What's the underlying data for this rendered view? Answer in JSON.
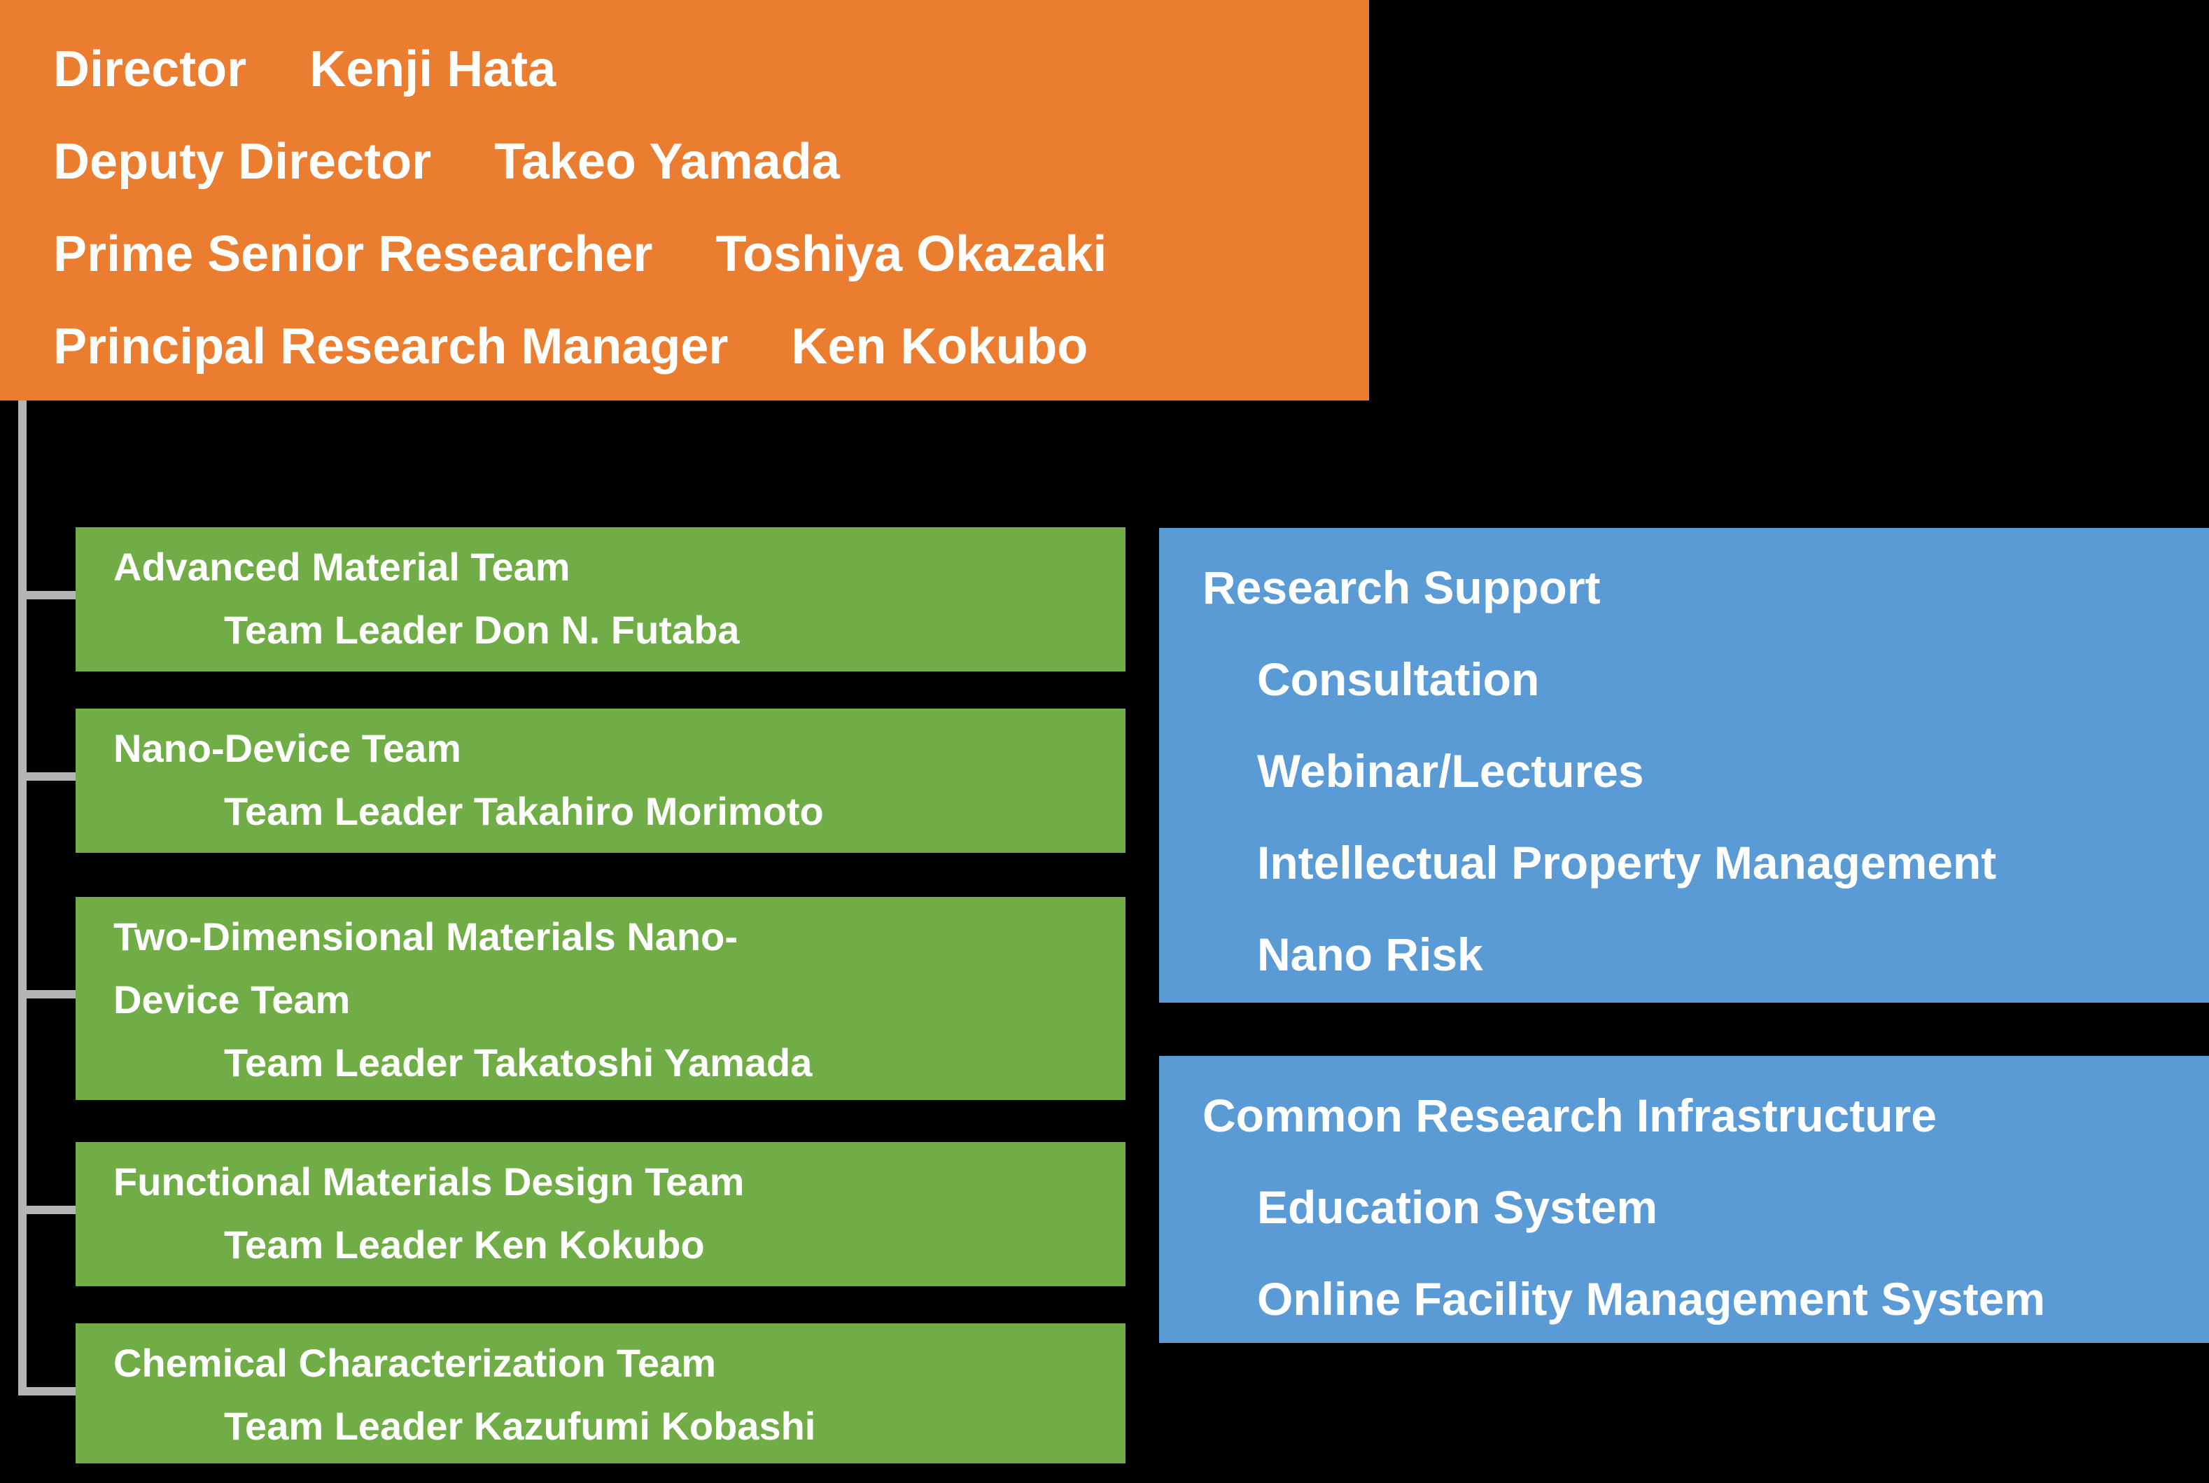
{
  "colors": {
    "background": "#000000",
    "leadership_orange": "#EA7D2F",
    "team_green": "#70AD47",
    "support_blue": "#5B9BD5",
    "connector_gray": "#B5B5B5",
    "text": "#FFFFFF"
  },
  "leadership": {
    "rows": [
      {
        "role": "Director",
        "name": "Kenji Hata"
      },
      {
        "role": "Deputy Director",
        "name": "Takeo Yamada"
      },
      {
        "role": "Prime Senior Researcher",
        "name": "Toshiya Okazaki"
      },
      {
        "role": "Principal Research Manager",
        "name": "Ken Kokubo"
      }
    ]
  },
  "teams": [
    {
      "name_lines": [
        "Advanced Material Team"
      ],
      "leader": "Team Leader Don N. Futaba"
    },
    {
      "name_lines": [
        "Nano-Device Team"
      ],
      "leader": "Team Leader Takahiro Morimoto"
    },
    {
      "name_lines": [
        "Two-Dimensional Materials Nano-",
        "Device Team"
      ],
      "leader": "Team Leader Takatoshi Yamada"
    },
    {
      "name_lines": [
        "Functional Materials Design Team"
      ],
      "leader": "Team Leader Ken Kokubo"
    },
    {
      "name_lines": [
        "Chemical Characterization Team"
      ],
      "leader": "Team Leader Kazufumi Kobashi"
    }
  ],
  "research_support": {
    "title": "Research Support",
    "items": [
      "Consultation",
      "Webinar/Lectures",
      "Intellectual Property Management",
      "Nano Risk"
    ]
  },
  "common_research_infrastructure": {
    "title": "Common Research Infrastructure",
    "items": [
      "Education System",
      "Online Facility Management System"
    ]
  }
}
